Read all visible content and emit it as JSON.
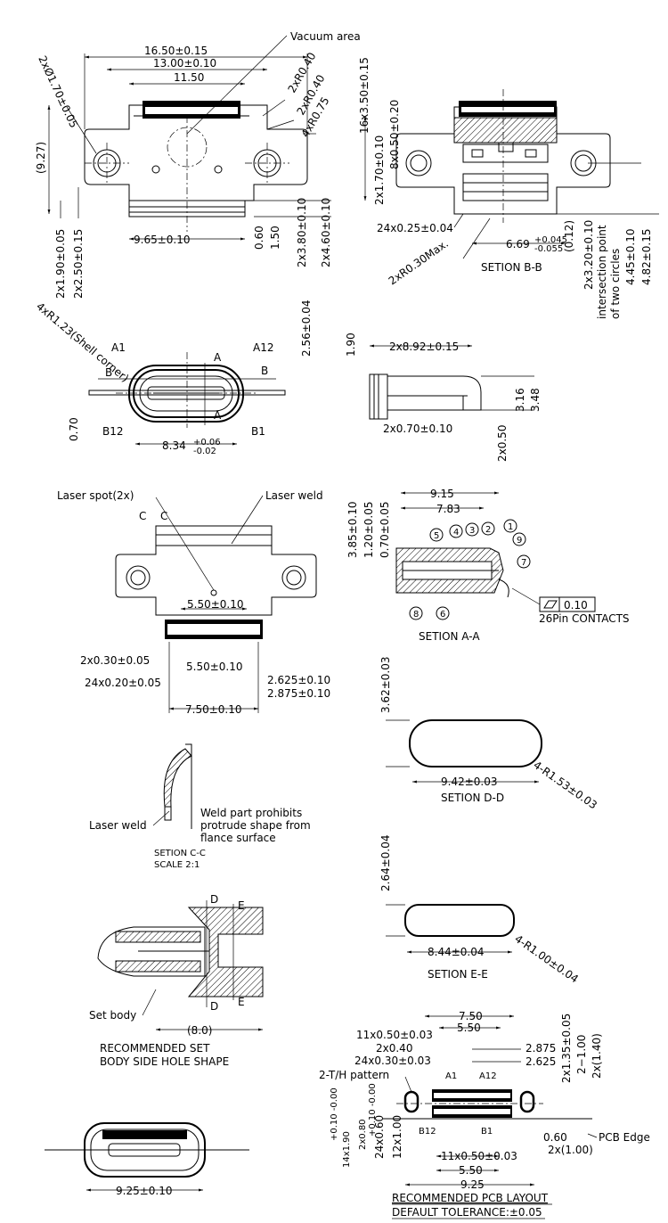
{
  "top_view": {
    "w1650": "16.50±0.15",
    "w1300": "13.00±0.10",
    "w1150": "11.50",
    "vacuum": "Vacuum area",
    "holes": "2xØ1.70±0.05",
    "h927": "(9.27)",
    "r040a": "2xR0.40",
    "r040b": "2xR0.40",
    "r075": "4xR0.75",
    "h190": "2x1.90±0.05",
    "h250": "2x2.50±0.15",
    "w965": "9.65±0.10",
    "h060": "0.60",
    "h150": "1.50",
    "h380": "2x3.80±0.10",
    "h460": "2x4.60±0.10"
  },
  "section_b": {
    "t350": "16x3.50±0.15",
    "t170": "2x1.70±0.10",
    "t050": "8x0.50±0.20",
    "w025": "24x0.25±0.04",
    "r030": "2xR0.30Max.",
    "w669": "6.69",
    "w669_tol_up": "+0.045",
    "w669_tol_dn": "-0.055",
    "h012": "(0.12)",
    "h320": "2x3.20±0.10",
    "intersect1": "intersection point",
    "intersect2": "of two circles",
    "h445": "4.45±0.10",
    "h482": "4.82±0.15",
    "title": "SETION B-B"
  },
  "front_view": {
    "r123": "4xR1.23(Shell corner)",
    "a1": "A1",
    "a12": "A12",
    "b12": "B12",
    "b1": "B1",
    "a_top": "A",
    "a_bot": "A",
    "b_left": "B",
    "b_right": "B",
    "h256": "2.56±0.04",
    "h070": "0.70",
    "w834": "8.34",
    "w834_up": "+0.06",
    "w834_dn": "-0.02"
  },
  "side_view": {
    "h190": "1.90",
    "w892": "2x8.92±0.15",
    "h316": "3.16",
    "h348": "3.48",
    "w070": "2x0.70±0.10",
    "h050": "2x0.50"
  },
  "bottom_view": {
    "laser_spot": "Laser spot(2x)",
    "laser_weld": "Laser weld",
    "c1": "C",
    "c2": "C",
    "w550a": "5.50±0.10",
    "w030": "2x0.30±0.05",
    "w550b": "5.50±0.10",
    "w020": "24x0.20±0.05",
    "w2625": "2.625±0.10",
    "w2875": "2.875±0.10",
    "w750": "7.50±0.10"
  },
  "section_a": {
    "w915": "9.15",
    "w783": "7.83",
    "h385": "3.85±0.10",
    "h120": "1.20±0.05",
    "h070": "0.70±0.05",
    "balloons": [
      "1",
      "2",
      "3",
      "4",
      "5",
      "6",
      "7",
      "8",
      "9"
    ],
    "flatness": "0.10",
    "contacts": "26Pin CONTACTS",
    "title": "SETION A-A"
  },
  "section_d": {
    "h362": "3.62±0.03",
    "w942": "9.42±0.03",
    "r153": "4-R1.53±0.03",
    "title": "SETION D-D"
  },
  "section_c": {
    "laser_weld": "Laser weld",
    "note1": "Weld part prohibits",
    "note2": "protrude shape from",
    "note3": "flance surface",
    "title": "SETION C-C",
    "scale": "SCALE 2:1"
  },
  "section_e": {
    "h264": "2.64±0.04",
    "w844": "8.44±0.04",
    "r100": "4-R1.00±0.04",
    "title": "SETION E-E"
  },
  "set_body": {
    "d1": "D",
    "d2": "D",
    "e1": "E",
    "e2": "E",
    "set_body": "Set body",
    "w80": "(8.0)",
    "title1": "RECOMMENDED SET",
    "title2": "BODY SIDE HOLE SHAPE"
  },
  "pcb": {
    "w750": "7.50",
    "w550": "5.50",
    "p050": "11x0.50±0.03",
    "p040": "2x0.40",
    "p030": "24x0.30±0.03",
    "th": "2-T/H pattern",
    "a1": "A1",
    "a12": "A12",
    "b12": "B12",
    "b1": "B1",
    "w2875": "2.875",
    "w2625": "2.625",
    "h135": "2x1.35±0.05",
    "h100": "2−1.00",
    "h140": "2x(1.40)",
    "v190": "14x1.90",
    "v190_tol": "+0.10 -0.00",
    "v080": "2x0.80",
    "v080_tol": "+0.10 -0.00",
    "v060": "24x0.60",
    "v120": "12x1.00",
    "h060": "0.60",
    "h2x100": "2x(1.00)",
    "pcb_edge": "PCB Edge",
    "b050": "11x0.50±0.03",
    "b550": "5.50",
    "b925": "9.25",
    "title": "RECOMMENDED PCB LAYOUT",
    "tol": "DEFAULT TOLERANCE:±0.05"
  },
  "plug_view": {
    "w925": "9.25±0.10"
  }
}
